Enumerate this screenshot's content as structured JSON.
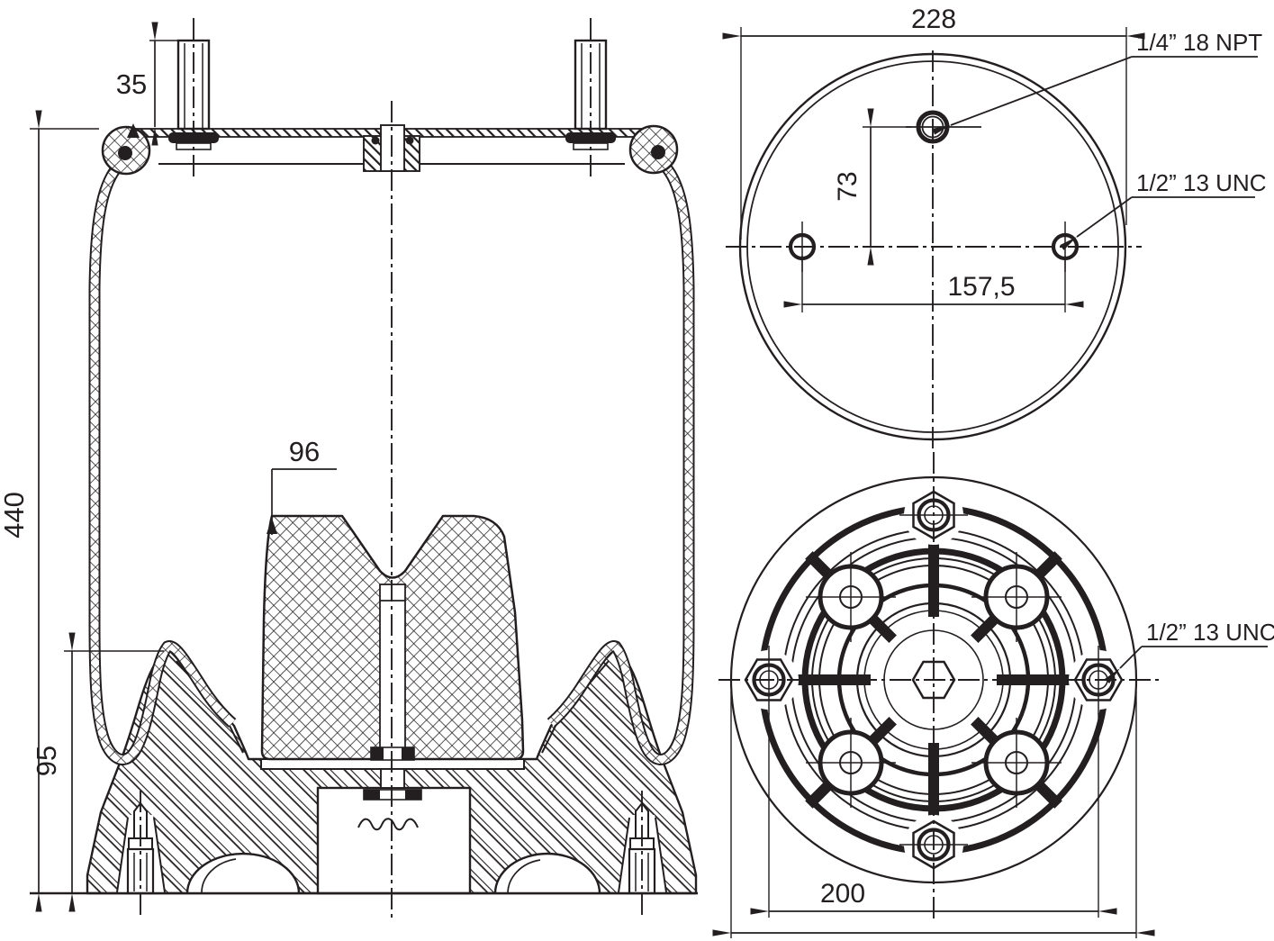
{
  "colors": {
    "line": "#231f20",
    "background": "#ffffff"
  },
  "front_view": {
    "dim_stud_protrusion": "35",
    "dim_overall_height": "440",
    "dim_buffer_width": "96",
    "dim_piston_height": "95"
  },
  "top_view": {
    "dim_plate_width": "228",
    "dim_port_offset": "73",
    "dim_stud_spacing": "157,5",
    "label_air_fitting": "1/4” 18 NPT",
    "label_mounting_stud": "1/2” 13 UNC"
  },
  "bottom_view": {
    "dim_bolt_spacing": "200",
    "label_mounting_stud": "1/2” 13 UNC"
  }
}
